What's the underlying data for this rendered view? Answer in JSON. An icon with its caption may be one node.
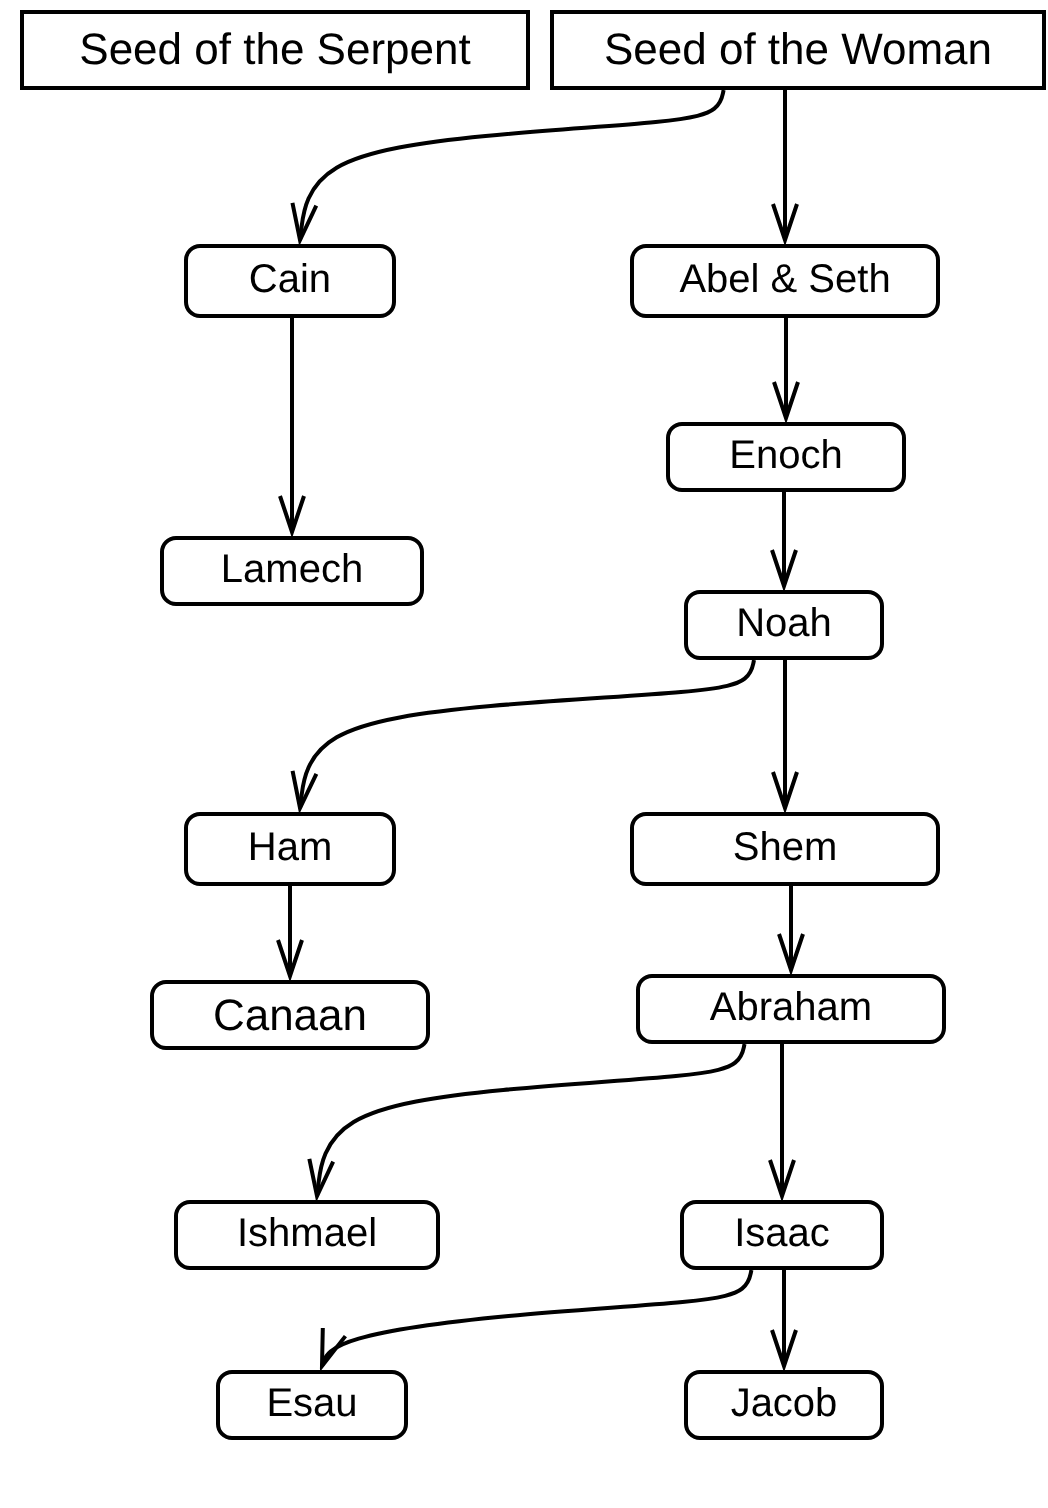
{
  "diagram": {
    "nodes": [
      {
        "text": [
          "Seed of the Serpent"
        ]
      },
      {
        "text": [
          "Seed of the Woman"
        ]
      },
      {
        "text": [
          "Cain"
        ]
      },
      {
        "text": [
          "Abel & Seth"
        ]
      },
      {
        "text": [
          "Enoch"
        ]
      },
      {
        "text": [
          "Lamech"
        ]
      },
      {
        "text": [
          "Noah"
        ]
      },
      {
        "text": [
          "Ham"
        ]
      },
      {
        "text": [
          "Shem"
        ]
      },
      {
        "text": [
          "Canaan"
        ]
      },
      {
        "text": [
          "Abraham"
        ]
      },
      {
        "text": [
          "Ishmael"
        ]
      },
      {
        "text": [
          "Isaac"
        ]
      },
      {
        "text": [
          "Esau"
        ]
      },
      {
        "text": [
          "Jacob"
        ]
      }
    ],
    "edges": [
      {
        "from": 1,
        "to": 2,
        "arrow": "to"
      },
      {
        "from": 1,
        "to": 3,
        "arrow": "to"
      },
      {
        "from": 2,
        "to": 5,
        "arrow": "to"
      },
      {
        "from": 3,
        "to": 4,
        "arrow": "to"
      },
      {
        "from": 4,
        "to": 6,
        "arrow": "to"
      },
      {
        "from": 6,
        "to": 7,
        "arrow": "to"
      },
      {
        "from": 6,
        "to": 8,
        "arrow": "to"
      },
      {
        "from": 7,
        "to": 9,
        "arrow": "to"
      },
      {
        "from": 8,
        "to": 10,
        "arrow": "to"
      },
      {
        "from": 10,
        "to": 11,
        "arrow": "to"
      },
      {
        "from": 10,
        "to": 12,
        "arrow": "to"
      },
      {
        "from": 12,
        "to": 13,
        "arrow": "to"
      },
      {
        "from": 12,
        "to": 14,
        "arrow": "to"
      }
    ]
  }
}
